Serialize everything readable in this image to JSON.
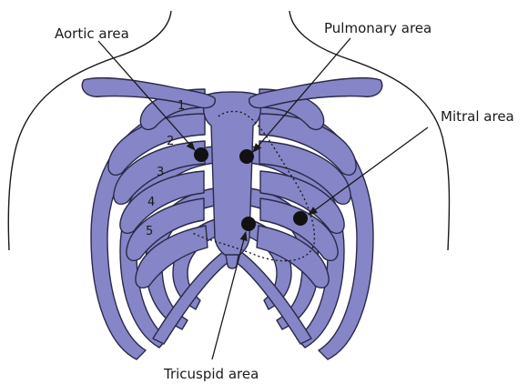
{
  "labels": {
    "aortic": "Aortic area",
    "pulmonary": "Pulmonary area",
    "mitral": "Mitral area",
    "tricuspid": "Tricuspid area"
  },
  "rib_numbers": [
    "1",
    "2",
    "3",
    "4",
    "5"
  ],
  "colors": {
    "bone": "#8585c7",
    "outline": "#1a1a1a",
    "dot": "#111111"
  }
}
